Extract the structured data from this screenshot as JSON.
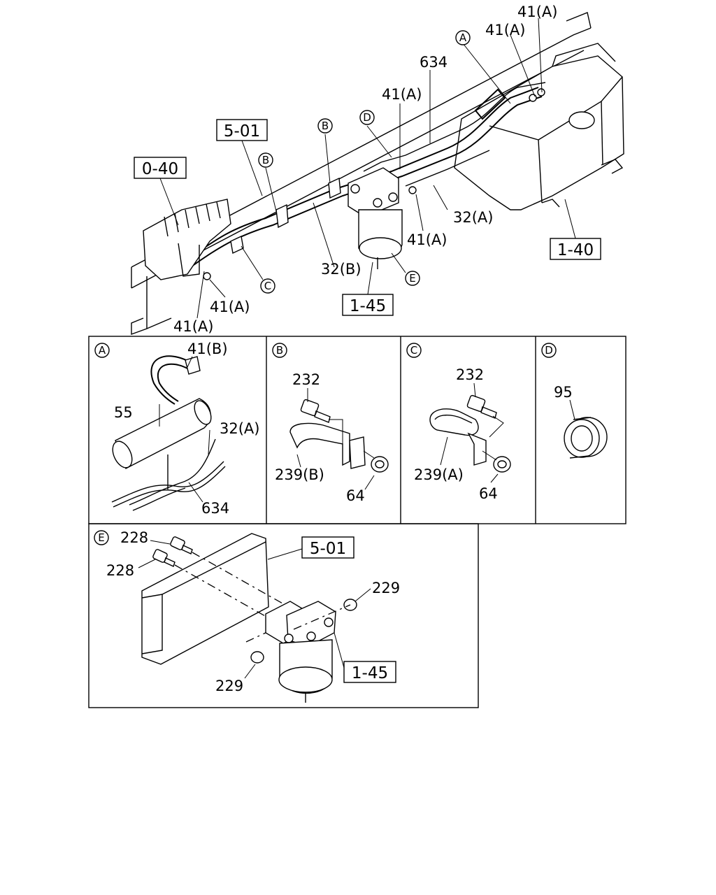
{
  "main_view": {
    "ref_boxes": {
      "r0_40": "0-40",
      "r5_01": "5-01",
      "r1_40": "1-40",
      "r1_45": "1-45"
    },
    "callouts": {
      "c41a_top": "41(A)",
      "c41a_top2": "41(A)",
      "c634": "634",
      "c41a_mid": "41(A)",
      "c32a": "32(A)",
      "c41a_right": "41(A)",
      "c32b": "32(B)",
      "c41a_low1": "41(A)",
      "c41a_low2": "41(A)"
    },
    "markers": {
      "A": "A",
      "B1": "B",
      "B2": "B",
      "C": "C",
      "D": "D",
      "E": "E"
    }
  },
  "detail_A": {
    "marker": "A",
    "labels": {
      "l41b": "41(B)",
      "l55": "55",
      "l32a": "32(A)",
      "l634": "634"
    }
  },
  "detail_B": {
    "marker": "B",
    "labels": {
      "l232": "232",
      "l239b": "239(B)",
      "l64": "64"
    }
  },
  "detail_C": {
    "marker": "C",
    "labels": {
      "l232": "232",
      "l239a": "239(A)",
      "l64": "64"
    }
  },
  "detail_D": {
    "marker": "D",
    "labels": {
      "l95": "95"
    }
  },
  "detail_E": {
    "marker": "E",
    "ref_boxes": {
      "r5_01": "5-01",
      "r1_45": "1-45"
    },
    "labels": {
      "l228a": "228",
      "l228b": "228",
      "l229a": "229",
      "l229b": "229"
    }
  }
}
